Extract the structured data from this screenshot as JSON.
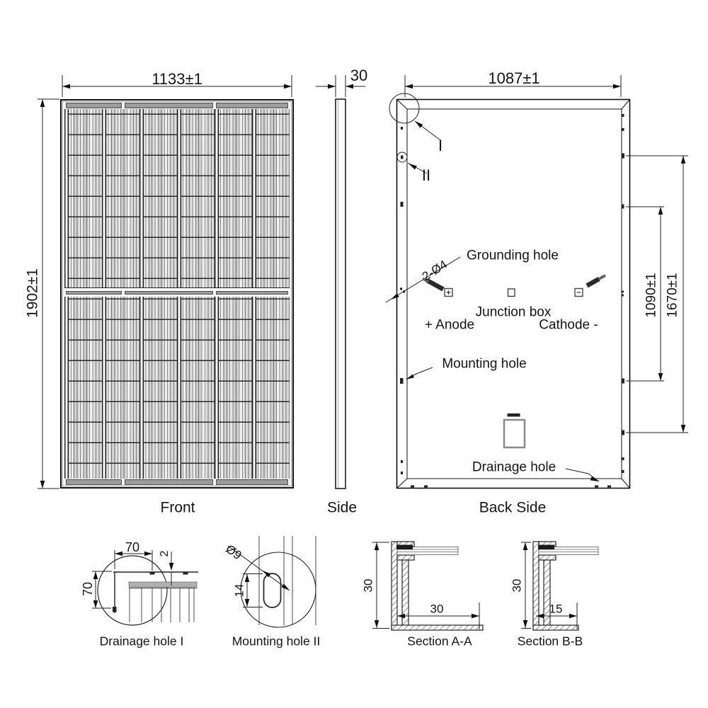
{
  "drawing": {
    "views": {
      "front": {
        "title": "Front",
        "width_dim": "1133±1",
        "height_dim": "1902±1"
      },
      "side": {
        "title": "Side",
        "thickness_dim": "30"
      },
      "back": {
        "title": "Back Side",
        "width_dim": "1087±1",
        "mounting_span_dim": "1090±1",
        "outer_span_dim": "1670±1",
        "grounding_hole_label": "Grounding hole",
        "grounding_hole_dia": "2-Ø4",
        "junction_box_label": "Junction box",
        "anode_label": "+ Anode",
        "cathode_label": "Cathode -",
        "mounting_hole_label": "Mounting hole",
        "drainage_hole_label": "Drainage hole",
        "detail_callout_1": "I",
        "detail_callout_2": "II"
      }
    },
    "details": {
      "drainage_hole": {
        "title": "Drainage hole I",
        "offset_h": "70",
        "offset_v": "70",
        "slot_width": "2"
      },
      "mounting_hole": {
        "title": "Mounting hole II",
        "hole_dia": "Ø9",
        "slot_length": "14"
      },
      "section_aa": {
        "title": "Section A-A",
        "frame_height": "30",
        "flange_width": "30"
      },
      "section_bb": {
        "title": "Section B-B",
        "frame_height": "30",
        "flange_width": "15"
      }
    },
    "colors": {
      "line": "#1a1a1a",
      "cell_fill": "#ececec",
      "ribbon": "#9c9c9c"
    }
  }
}
